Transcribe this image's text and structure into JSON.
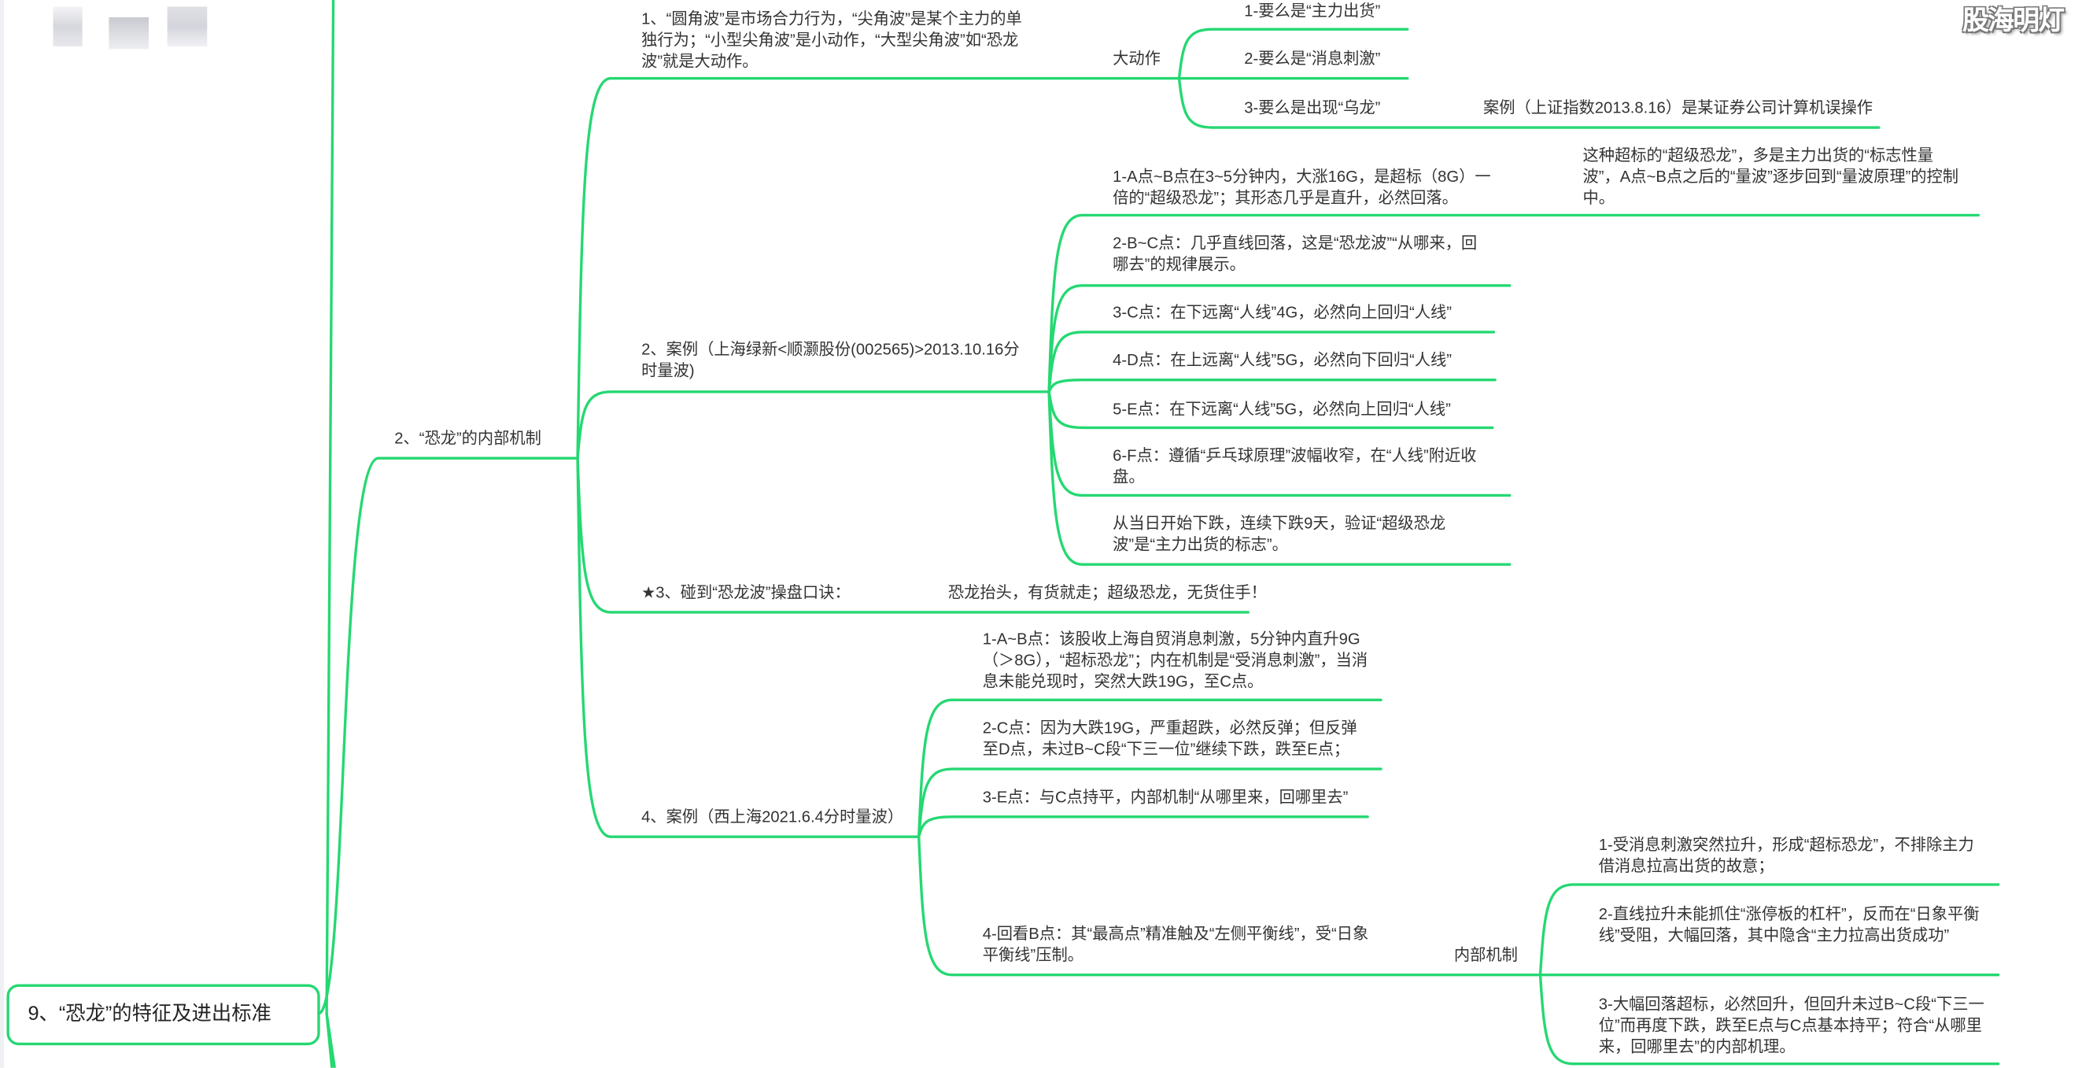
{
  "root": {
    "label": "9、“恐龙”的特征及进出标准"
  },
  "logo": {
    "text": "股海明灯"
  },
  "branch": {
    "label": "2、“恐龙”的内部机制",
    "n1": {
      "label": "1、“圆角波”是市场合力行为，“尖角波”是某个主力的单独行为；“小型尖角波”是小动作，“大型尖角波”如“恐龙波”就是大动作。",
      "big": {
        "label": "大动作",
        "items": [
          "1-要么是“主力出货”",
          "2-要么是“消息刺激”",
          "3-要么是出现“乌龙”"
        ],
        "note": "案例（上证指数2013.8.16）是某证券公司计算机误操作"
      }
    },
    "n2": {
      "label": "2、案例（上海绿新<顺灏股份(002565)>2013.10.16分时量波)",
      "items": [
        "1-A点~B点在3~5分钟内，大涨16G，是超标（8G）一倍的“超级恐龙”；其形态几乎是直升，必然回落。",
        "2-B~C点：几乎直线回落，这是“恐龙波”“从哪来，回哪去”的规律展示。",
        "3-C点：在下远离“人线”4G，必然向上回归“人线”",
        "4-D点：在上远离“人线”5G，必然向下回归“人线”",
        "5-E点：在下远离“人线”5G，必然向上回归“人线”",
        "6-F点：遵循“乒乓球原理”波幅收窄，在“人线”附近收盘。",
        "从当日开始下跌，连续下跌9天，验证“超级恐龙波”是“主力出货的标志”。"
      ],
      "item1_note": "这种超标的“超级恐龙”，多是主力出货的“标志性量波”，A点~B点之后的“量波”逐步回到“量波原理”的控制中。"
    },
    "n3": {
      "label": "★3、碰到“恐龙波”操盘口诀：",
      "child": "恐龙抬头，有货就走；超级恐龙，无货住手！"
    },
    "n4": {
      "label": "4、案例（西上海2021.6.4分时量波）",
      "items": [
        "1-A~B点：该股收上海自贸消息刺激，5分钟内直升9G（＞8G），“超标恐龙”；内在机制是“受消息刺激”，当消息未能兑现时，突然大跌19G，至C点。",
        "2-C点：因为大跌19G，严重超跌，必然反弹；但反弹至D点，未过B~C段“下三一位”继续下跌，跌至E点；",
        "3-E点：与C点持平，内部机制“从哪里来，回哪里去”",
        "4-回看B点：其“最高点”精准触及“左侧平衡线”，受“日象平衡线”压制。"
      ],
      "mech": {
        "label": "内部机制",
        "items": [
          "1-受消息刺激突然拉升，形成“超标恐龙”，不排除主力借消息拉高出货的故意；",
          "2-直线拉升未能抓住“涨停板的杠杆”，反而在“日象平衡线”受阻，大幅回落，其中隐含“主力拉高出货成功”",
          "3-大幅回落超标，必然回升，但回升未过B~C段“下三一位”而再度下跌，跌至E点与C点基本持平；符合“从哪里来，回哪里去”的内部机理。"
        ]
      }
    }
  },
  "colors": {
    "edge": "#25d872",
    "text": "#333333"
  }
}
